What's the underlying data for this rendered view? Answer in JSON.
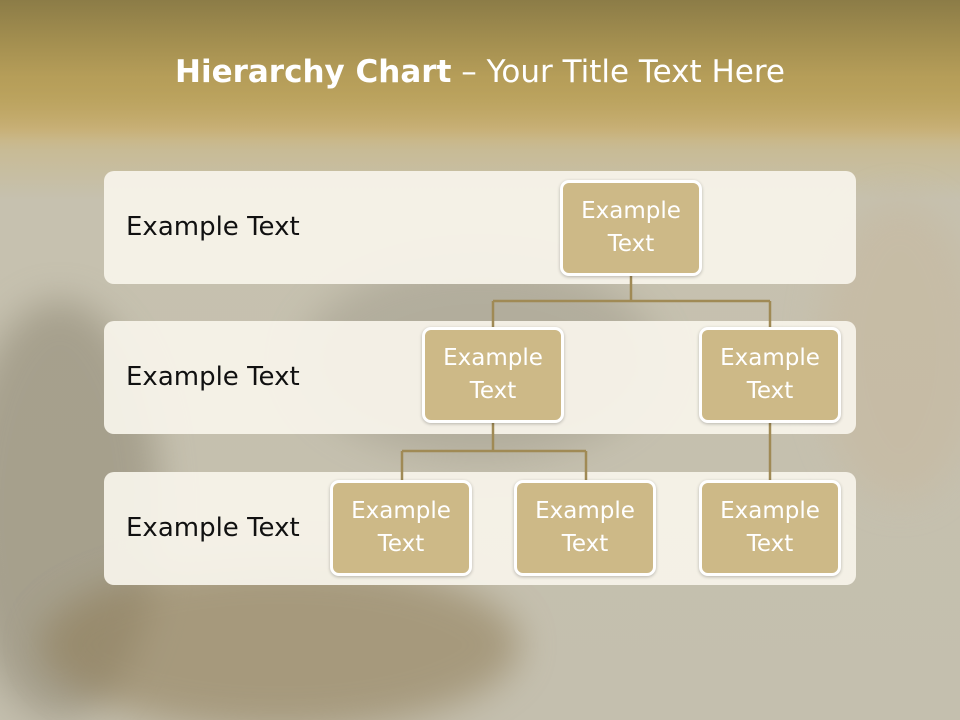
{
  "slide": {
    "title_bold": "Hierarchy Chart",
    "title_sep": " – ",
    "title_rest": "Your Title Text Here"
  },
  "levels": [
    {
      "label": "Example Text"
    },
    {
      "label": "Example Text"
    },
    {
      "label": "Example Text"
    }
  ],
  "nodes": {
    "root": "Example Text",
    "l2_left": "Example Text",
    "l2_right": "Example Text",
    "l3_left": "Example Text",
    "l3_middle": "Example Text",
    "l3_right": "Example Text"
  },
  "colors": {
    "node_fill": "#cdb987",
    "band_fill": "#f7f3ea",
    "connector": "#a08a55",
    "title_band": "#b59d58"
  }
}
